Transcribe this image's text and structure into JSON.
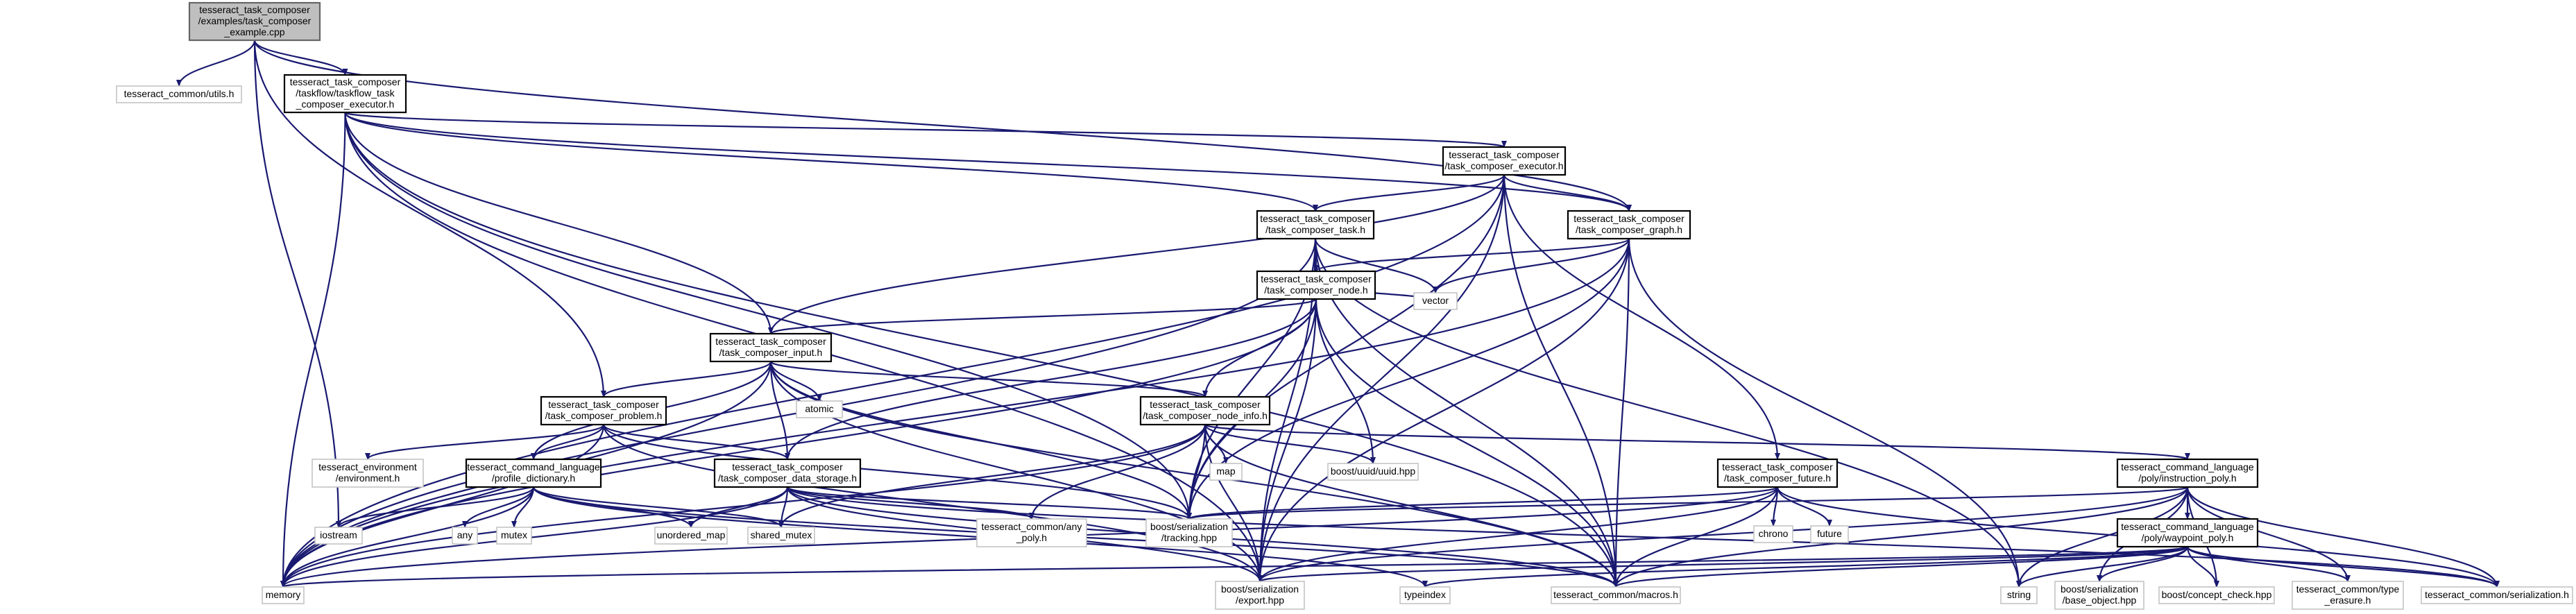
{
  "graph": {
    "nodes": [
      {
        "id": "root",
        "lines": [
          "tesseract_task_composer",
          "/examples/task_composer",
          "_example.cpp"
        ]
      },
      {
        "id": "utils",
        "lines": [
          "tesseract_common/utils.h"
        ]
      },
      {
        "id": "taskflow_exec",
        "lines": [
          "tesseract_task_composer",
          "/taskflow/taskflow_task",
          "_composer_executor.h"
        ]
      },
      {
        "id": "executor",
        "lines": [
          "tesseract_task_composer",
          "/task_composer_executor.h"
        ]
      },
      {
        "id": "task",
        "lines": [
          "tesseract_task_composer",
          "/task_composer_task.h"
        ]
      },
      {
        "id": "graph",
        "lines": [
          "tesseract_task_composer",
          "/task_composer_graph.h"
        ]
      },
      {
        "id": "node",
        "lines": [
          "tesseract_task_composer",
          "/task_composer_node.h"
        ]
      },
      {
        "id": "vector",
        "lines": [
          "vector"
        ]
      },
      {
        "id": "input",
        "lines": [
          "tesseract_task_composer",
          "/task_composer_input.h"
        ]
      },
      {
        "id": "atomic",
        "lines": [
          "atomic"
        ]
      },
      {
        "id": "problem",
        "lines": [
          "tesseract_task_composer",
          "/task_composer_problem.h"
        ]
      },
      {
        "id": "node_info",
        "lines": [
          "tesseract_task_composer",
          "/task_composer_node_info.h"
        ]
      },
      {
        "id": "map",
        "lines": [
          "map"
        ]
      },
      {
        "id": "uuid",
        "lines": [
          "boost/uuid/uuid.hpp"
        ]
      },
      {
        "id": "environment",
        "lines": [
          "tesseract_environment",
          "/environment.h"
        ]
      },
      {
        "id": "profile_dict",
        "lines": [
          "tesseract_command_language",
          "/profile_dictionary.h"
        ]
      },
      {
        "id": "data_storage",
        "lines": [
          "tesseract_task_composer",
          "/task_composer_data_storage.h"
        ]
      },
      {
        "id": "any_poly",
        "lines": [
          "tesseract_common/any",
          "_poly.h"
        ]
      },
      {
        "id": "tracking",
        "lines": [
          "boost/serialization",
          "/tracking.hpp"
        ]
      },
      {
        "id": "future",
        "lines": [
          "tesseract_task_composer",
          "/task_composer_future.h"
        ]
      },
      {
        "id": "chrono",
        "lines": [
          "chrono"
        ]
      },
      {
        "id": "future_std",
        "lines": [
          "future"
        ]
      },
      {
        "id": "instruction_poly",
        "lines": [
          "tesseract_command_language",
          "/poly/instruction_poly.h"
        ]
      },
      {
        "id": "waypoint_poly",
        "lines": [
          "tesseract_command_language",
          "/poly/waypoint_poly.h"
        ]
      },
      {
        "id": "iostream",
        "lines": [
          "iostream"
        ]
      },
      {
        "id": "any",
        "lines": [
          "any"
        ]
      },
      {
        "id": "mutex",
        "lines": [
          "mutex"
        ]
      },
      {
        "id": "unordered_map",
        "lines": [
          "unordered_map"
        ]
      },
      {
        "id": "shared_mutex",
        "lines": [
          "shared_mutex"
        ]
      },
      {
        "id": "memory",
        "lines": [
          "memory"
        ]
      },
      {
        "id": "export",
        "lines": [
          "boost/serialization",
          "/export.hpp"
        ]
      },
      {
        "id": "typeindex",
        "lines": [
          "typeindex"
        ]
      },
      {
        "id": "macros",
        "lines": [
          "tesseract_common/macros.h"
        ]
      },
      {
        "id": "string",
        "lines": [
          "string"
        ]
      },
      {
        "id": "base_object",
        "lines": [
          "boost/serialization",
          "/base_object.hpp"
        ]
      },
      {
        "id": "concept_check",
        "lines": [
          "boost/concept_check.hpp"
        ]
      },
      {
        "id": "type_erasure",
        "lines": [
          "tesseract_common/type",
          "_erasure.h"
        ]
      },
      {
        "id": "serialization",
        "lines": [
          "tesseract_common/serialization.h"
        ]
      }
    ],
    "edges": [
      [
        "root",
        "utils"
      ],
      [
        "root",
        "taskflow_exec"
      ],
      [
        "root",
        "graph"
      ],
      [
        "root",
        "problem"
      ],
      [
        "root",
        "iostream"
      ],
      [
        "taskflow_exec",
        "executor"
      ],
      [
        "taskflow_exec",
        "task"
      ],
      [
        "taskflow_exec",
        "graph"
      ],
      [
        "taskflow_exec",
        "input"
      ],
      [
        "taskflow_exec",
        "tracking"
      ],
      [
        "taskflow_exec",
        "memory"
      ],
      [
        "taskflow_exec",
        "export"
      ],
      [
        "taskflow_exec",
        "macros"
      ],
      [
        "executor",
        "task"
      ],
      [
        "executor",
        "graph"
      ],
      [
        "executor",
        "future"
      ],
      [
        "executor",
        "input"
      ],
      [
        "executor",
        "memory"
      ],
      [
        "executor",
        "tracking"
      ],
      [
        "executor",
        "export"
      ],
      [
        "executor",
        "macros"
      ],
      [
        "task",
        "node"
      ],
      [
        "task",
        "vector"
      ],
      [
        "task",
        "memory"
      ],
      [
        "task",
        "export"
      ],
      [
        "task",
        "tracking"
      ],
      [
        "task",
        "macros"
      ],
      [
        "task",
        "string"
      ],
      [
        "graph",
        "node"
      ],
      [
        "graph",
        "vector"
      ],
      [
        "graph",
        "memory"
      ],
      [
        "graph",
        "tracking"
      ],
      [
        "graph",
        "export"
      ],
      [
        "graph",
        "macros"
      ],
      [
        "graph",
        "string"
      ],
      [
        "node",
        "input"
      ],
      [
        "node",
        "node_info"
      ],
      [
        "node",
        "uuid"
      ],
      [
        "node",
        "vector"
      ],
      [
        "node",
        "data_storage"
      ],
      [
        "node",
        "memory"
      ],
      [
        "node",
        "tracking"
      ],
      [
        "node",
        "export"
      ],
      [
        "node",
        "macros"
      ],
      [
        "input",
        "problem"
      ],
      [
        "input",
        "data_storage"
      ],
      [
        "input",
        "node_info"
      ],
      [
        "input",
        "profile_dict"
      ],
      [
        "input",
        "atomic"
      ],
      [
        "input",
        "memory"
      ],
      [
        "input",
        "tracking"
      ],
      [
        "input",
        "export"
      ],
      [
        "input",
        "macros"
      ],
      [
        "problem",
        "environment"
      ],
      [
        "problem",
        "profile_dict"
      ],
      [
        "problem",
        "data_storage"
      ],
      [
        "problem",
        "memory"
      ],
      [
        "problem",
        "tracking"
      ],
      [
        "problem",
        "export"
      ],
      [
        "node_info",
        "map"
      ],
      [
        "node_info",
        "uuid"
      ],
      [
        "node_info",
        "instruction_poly"
      ],
      [
        "node_info",
        "any_poly"
      ],
      [
        "node_info",
        "shared_mutex"
      ],
      [
        "node_info",
        "memory"
      ],
      [
        "node_info",
        "tracking"
      ],
      [
        "node_info",
        "export"
      ],
      [
        "node_info",
        "macros"
      ],
      [
        "profile_dict",
        "iostream"
      ],
      [
        "profile_dict",
        "any"
      ],
      [
        "profile_dict",
        "mutex"
      ],
      [
        "profile_dict",
        "unordered_map"
      ],
      [
        "profile_dict",
        "shared_mutex"
      ],
      [
        "profile_dict",
        "memory"
      ],
      [
        "profile_dict",
        "typeindex"
      ],
      [
        "profile_dict",
        "macros"
      ],
      [
        "data_storage",
        "unordered_map"
      ],
      [
        "data_storage",
        "shared_mutex"
      ],
      [
        "data_storage",
        "any_poly"
      ],
      [
        "data_storage",
        "memory"
      ],
      [
        "data_storage",
        "tracking"
      ],
      [
        "data_storage",
        "export"
      ],
      [
        "data_storage",
        "macros"
      ],
      [
        "data_storage",
        "serialization"
      ],
      [
        "future",
        "chrono"
      ],
      [
        "future_std",
        "future_std"
      ],
      [
        "future",
        "future_std"
      ],
      [
        "future",
        "memory"
      ],
      [
        "future",
        "tracking"
      ],
      [
        "future",
        "export"
      ],
      [
        "future",
        "macros"
      ],
      [
        "future",
        "serialization"
      ],
      [
        "instruction_poly",
        "waypoint_poly"
      ],
      [
        "instruction_poly",
        "string"
      ],
      [
        "instruction_poly",
        "base_object"
      ],
      [
        "instruction_poly",
        "concept_check"
      ],
      [
        "instruction_poly",
        "type_erasure"
      ],
      [
        "instruction_poly",
        "serialization"
      ],
      [
        "instruction_poly",
        "macros"
      ],
      [
        "instruction_poly",
        "export"
      ],
      [
        "instruction_poly",
        "tracking"
      ],
      [
        "waypoint_poly",
        "base_object"
      ],
      [
        "waypoint_poly",
        "concept_check"
      ],
      [
        "waypoint_poly",
        "type_erasure"
      ],
      [
        "waypoint_poly",
        "serialization"
      ],
      [
        "waypoint_poly",
        "macros"
      ],
      [
        "waypoint_poly",
        "export"
      ],
      [
        "waypoint_poly",
        "typeindex"
      ],
      [
        "waypoint_poly",
        "memory"
      ],
      [
        "waypoint_poly",
        "string"
      ]
    ]
  }
}
